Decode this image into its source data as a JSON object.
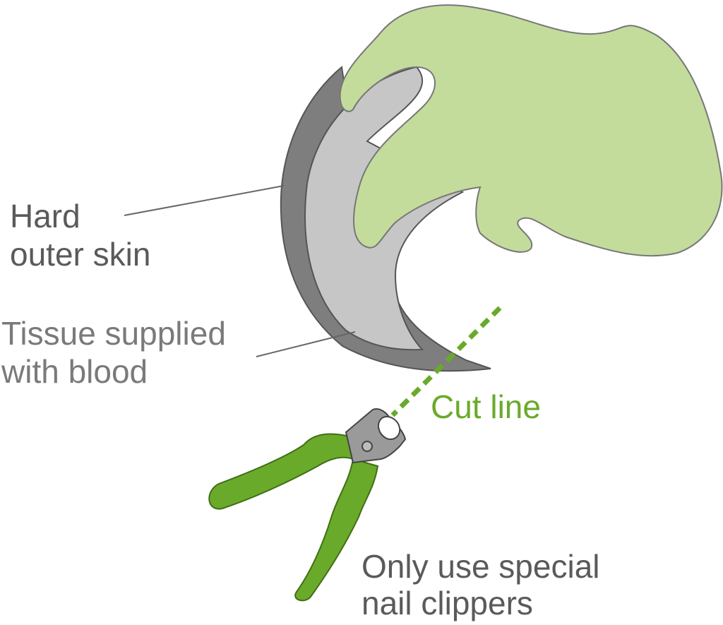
{
  "labels": {
    "hard_outer_skin": [
      "Hard",
      "outer skin"
    ],
    "tissue": [
      "Tissue supplied",
      "with blood"
    ],
    "cut_line": "Cut line",
    "clippers": [
      "Only use special",
      "nail clippers"
    ]
  },
  "colors": {
    "paw": "#c3dc9c",
    "outer_skin": "#7e7e7e",
    "tissue": "#c6c6c6",
    "cut_line": "#6aaa2a",
    "clipper_handles": "#6aaa2a",
    "clipper_head": "#9a9a9a",
    "outline": "#555555",
    "leader_line": "#666666"
  }
}
